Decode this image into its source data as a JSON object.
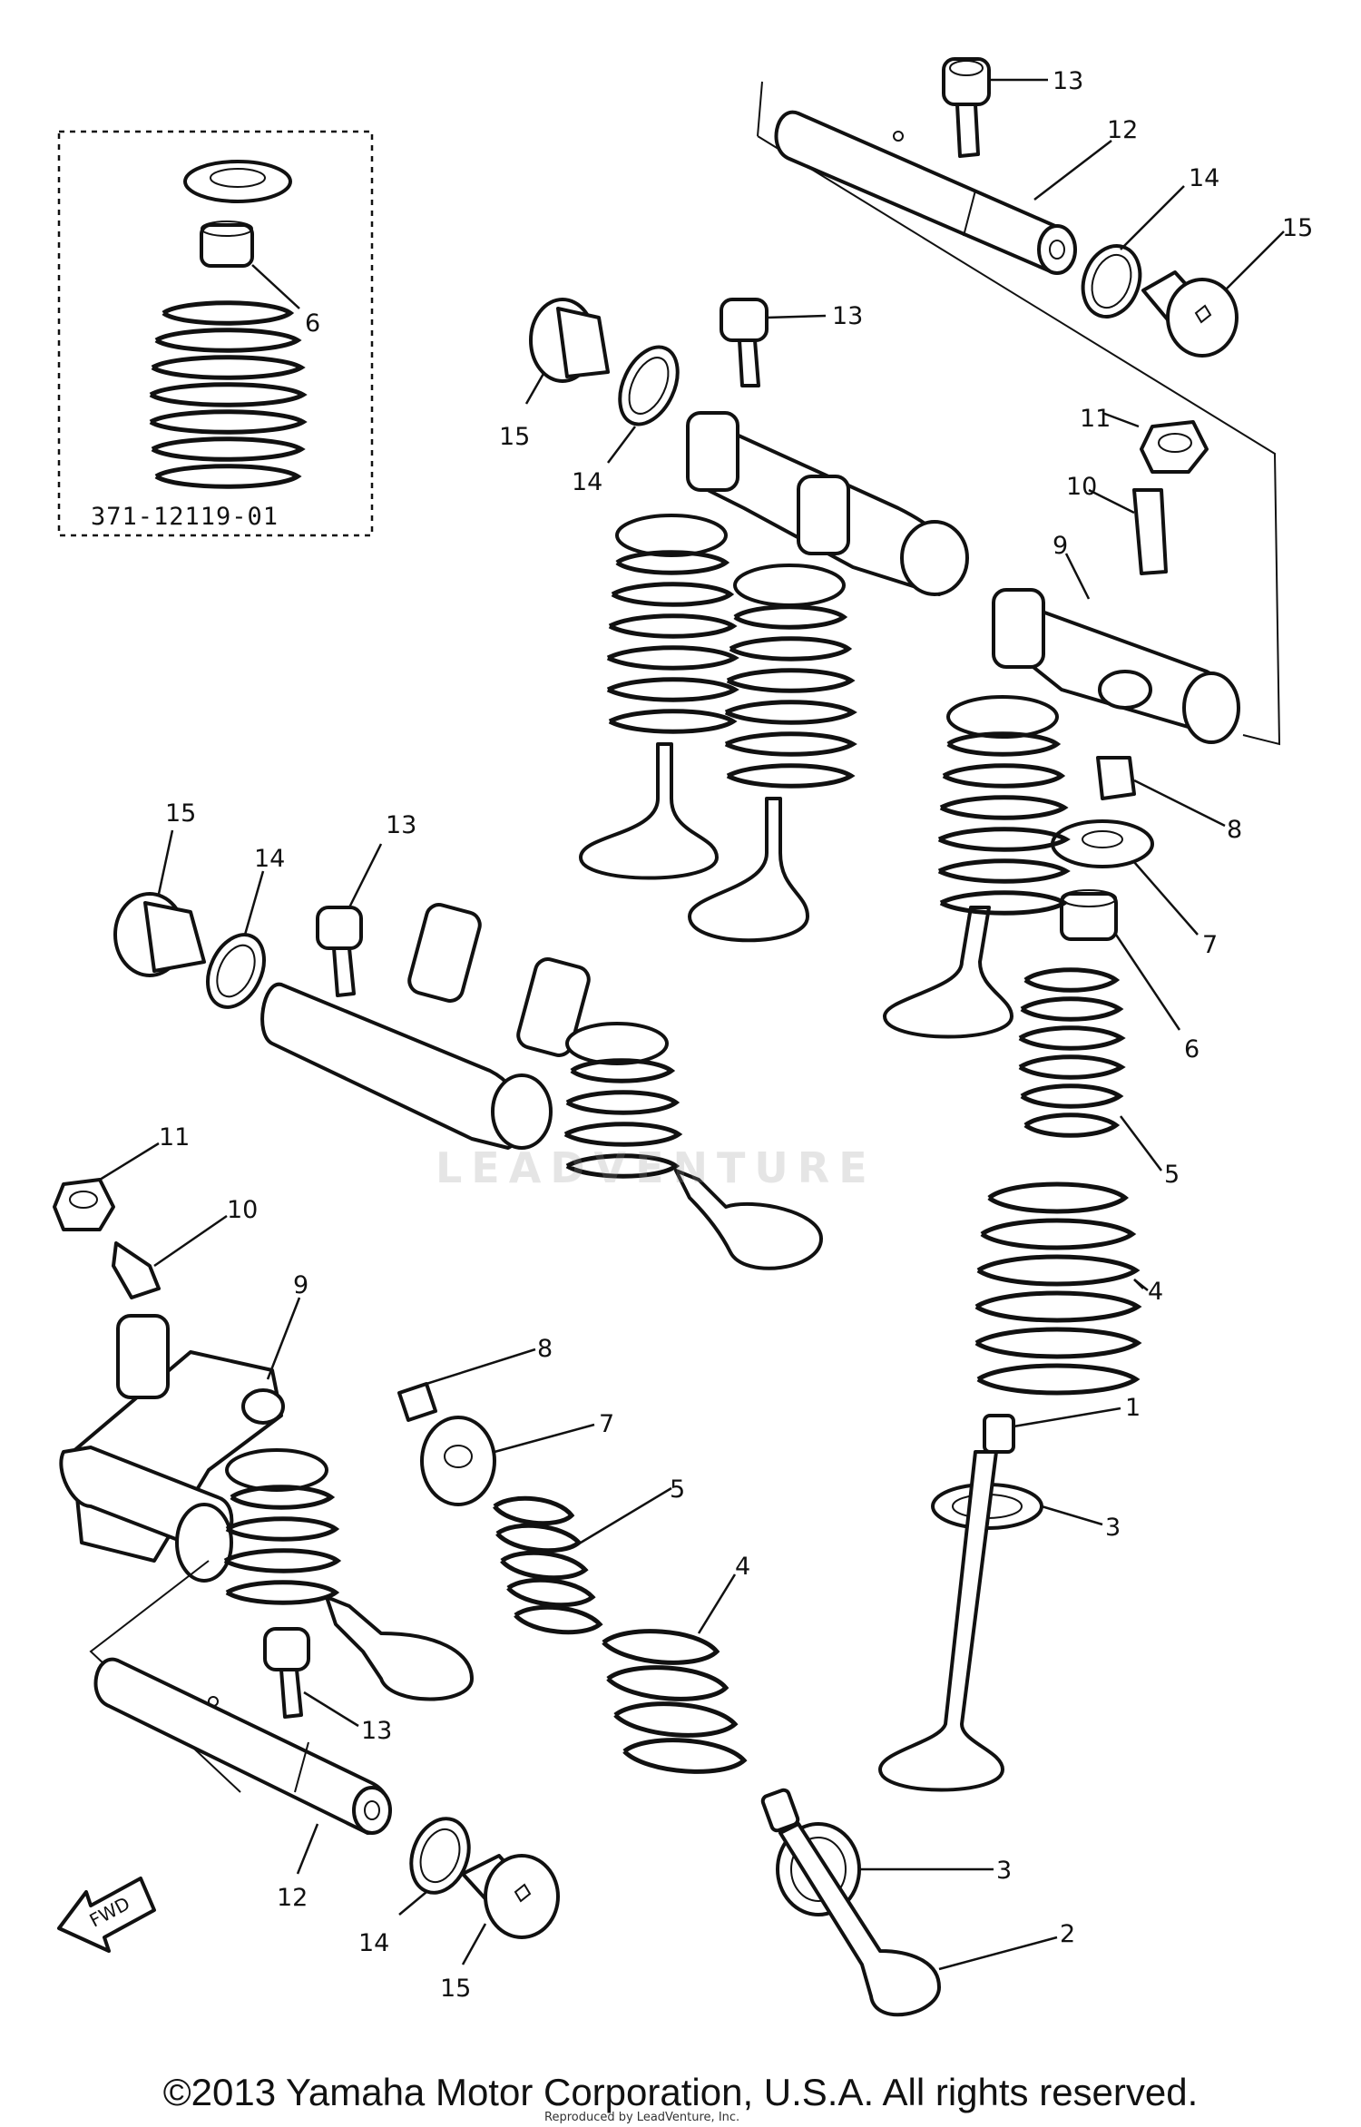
{
  "diagram": {
    "inset_label": "371-12119-01",
    "part_numbers": {
      "n1": "1",
      "n2": "2",
      "n3a": "3",
      "n3b": "3",
      "n4a": "4",
      "n4b": "4",
      "n5a": "5",
      "n5b": "5",
      "n6a": "6",
      "n6b": "6",
      "n7a": "7",
      "n7b": "7",
      "n8a": "8",
      "n8b": "8",
      "n9a": "9",
      "n9b": "9",
      "n10a": "10",
      "n10b": "10",
      "n11a": "11",
      "n11b": "11",
      "n12a": "12",
      "n12b": "12",
      "n13a": "13",
      "n13b": "13",
      "n13c": "13",
      "n13d": "13",
      "n14a": "14",
      "n14b": "14",
      "n14c": "14",
      "n14d": "14",
      "n15a": "15",
      "n15b": "15",
      "n15c": "15",
      "n15d": "15"
    },
    "fwd_arrow": "FWD",
    "watermark": "LEADVENTURE",
    "repro_note": "Reproduced by LeadVenture, Inc."
  },
  "footer": {
    "copyright": "©2013 Yamaha Motor Corporation, U.S.A. All rights reserved."
  }
}
